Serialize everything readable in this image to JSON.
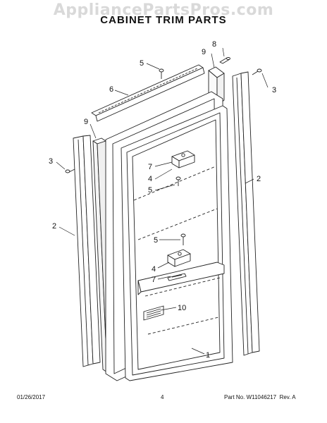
{
  "header": {
    "watermark": "AppliancePartsPros.com",
    "title": "CABINET TRIM PARTS"
  },
  "callouts": {
    "c1": "1",
    "c2_right": "2",
    "c2_left": "2",
    "c3_right": "3",
    "c3_left": "3",
    "c4_upper": "4",
    "c4_lower": "4",
    "c5_top": "5",
    "c5_upper": "5",
    "c5_mid": "5",
    "c6": "6",
    "c7_upper": "7",
    "c7_lower": "7",
    "c8": "8",
    "c9_right": "9",
    "c9_left": "9",
    "c10": "10"
  },
  "footer": {
    "date": "01/26/2017",
    "page": "4",
    "part_label": "Part No. W11046217",
    "revision": "Rev. A"
  }
}
